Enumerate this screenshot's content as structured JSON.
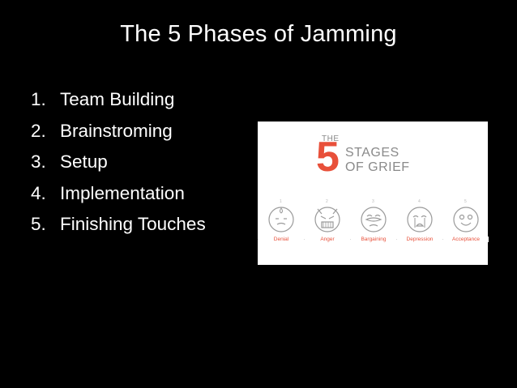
{
  "slide": {
    "title": "The 5 Phases of Jamming",
    "items": [
      {
        "number": "1.",
        "text": "Team Building"
      },
      {
        "number": "2.",
        "text": "Brainstroming"
      },
      {
        "number": "3.",
        "text": "Setup"
      },
      {
        "number": "4.",
        "text": "Implementation"
      },
      {
        "number": "5.",
        "text": "Finishing Touches"
      }
    ]
  },
  "figure": {
    "the": "THE",
    "five": "5",
    "stages": "STAGES",
    "of_grief": "OF GRIEF",
    "stage_numbers": [
      "1",
      "2",
      "3",
      "4",
      "5"
    ],
    "stages_list": [
      "Denial",
      "Anger",
      "Bargaining",
      "Depression",
      "Acceptance"
    ],
    "accent_color": "#e8503a",
    "icons": [
      "denial-face-icon",
      "anger-face-icon",
      "bargaining-face-icon",
      "depression-face-icon",
      "acceptance-face-icon"
    ]
  }
}
